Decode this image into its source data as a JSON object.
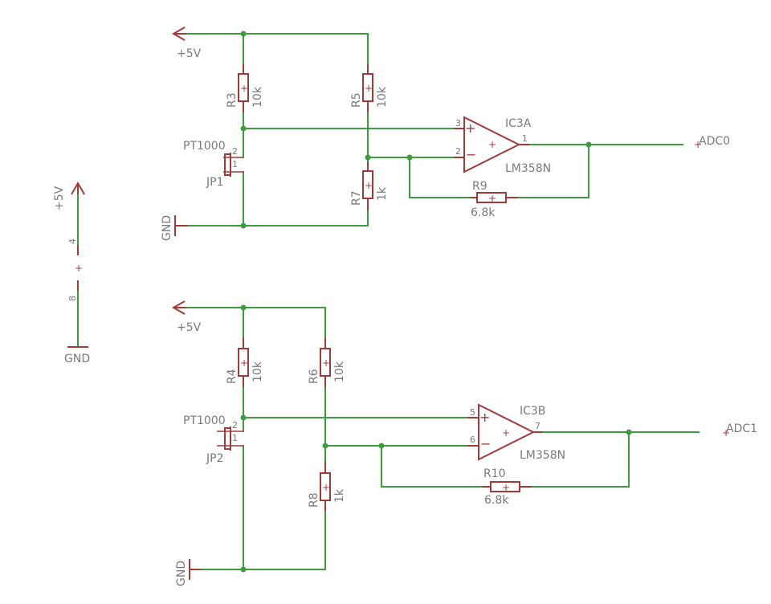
{
  "nets": {
    "supply": "+5V",
    "ground": "GND",
    "adc0": "ADC0",
    "adc1": "ADC1"
  },
  "power_unit": {
    "supply_label": "+5V",
    "ground_label": "GND",
    "pin_top": "4",
    "pin_bottom": "8",
    "center_mark": "+"
  },
  "circuit_top": {
    "r_top_left": {
      "name": "R3",
      "value": "10k"
    },
    "r_top_right": {
      "name": "R5",
      "value": "10k"
    },
    "r_bottom": {
      "name": "R7",
      "value": "1k"
    },
    "r_feedback": {
      "name": "R9",
      "value": "6.8k"
    },
    "connector": {
      "name": "JP1",
      "value": "PT1000",
      "pin_upper": "2",
      "pin_lower": "1"
    },
    "opamp": {
      "name": "IC3A",
      "value": "LM358N",
      "pin_noninv": "3",
      "pin_inv": "2",
      "pin_out": "1"
    },
    "supply_label": "+5V",
    "ground_label": "GND",
    "output_label": "ADC0"
  },
  "circuit_bottom": {
    "r_top_left": {
      "name": "R4",
      "value": "10k"
    },
    "r_top_right": {
      "name": "R6",
      "value": "10k"
    },
    "r_bottom": {
      "name": "R8",
      "value": "1k"
    },
    "r_feedback": {
      "name": "R10",
      "value": "6.8k"
    },
    "connector": {
      "name": "JP2",
      "value": "PT1000",
      "pin_upper": "2",
      "pin_lower": "1"
    },
    "opamp": {
      "name": "IC3B",
      "value": "LM358N",
      "pin_noninv": "5",
      "pin_inv": "6",
      "pin_out": "7"
    },
    "supply_label": "+5V",
    "ground_label": "GND",
    "output_label": "ADC1"
  },
  "colors": {
    "wire": "#3f9b3f",
    "symbol": "#a33a3a",
    "label": "#7a7a7a",
    "background": "#ffffff"
  }
}
